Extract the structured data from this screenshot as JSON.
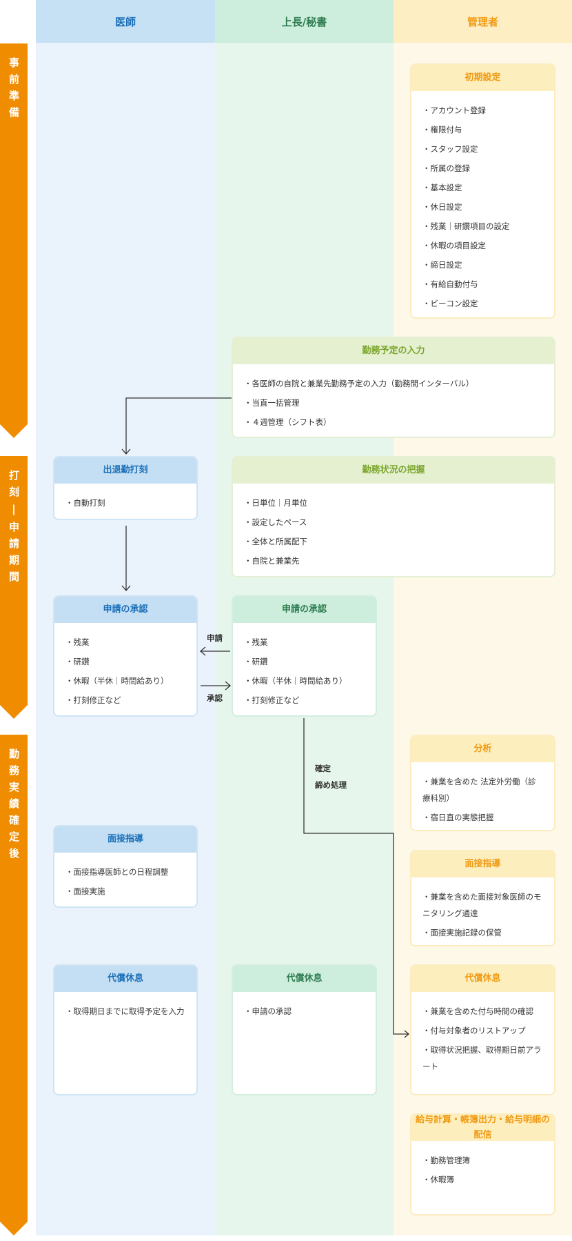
{
  "columns": [
    "医師",
    "上長/秘書",
    "管理者"
  ],
  "phases": [
    "事前準備",
    "打刻|申請期間",
    "勤務実績確定後"
  ],
  "cards": {
    "initial": {
      "title": "初期設定",
      "items": [
        "・アカウント登録",
        "・権限付与",
        "・スタッフ設定",
        "・所属の登録",
        "・基本設定",
        "・休日設定",
        "・残業｜研鑽項目の設定",
        "・休暇の項目設定",
        "・締日設定",
        "・有給自動付与",
        "・ビーコン設定"
      ]
    },
    "schedule": {
      "title": "勤務予定の入力",
      "items": [
        "・各医師の自院と兼業先勤務予定の入力（勤務間インターバル）",
        "・当直一括管理",
        "・４週管理（シフト表）"
      ]
    },
    "clock": {
      "title": "出退勤打刻",
      "items": [
        "・自動打刻"
      ]
    },
    "status": {
      "title": "勤務状況の把握",
      "items": [
        "・日単位｜月単位",
        "・設定したペース",
        "・全体と所属配下",
        "・自院と兼業先"
      ]
    },
    "approval_doctor": {
      "title": "申請の承認",
      "items": [
        "・残業",
        "・研鑽",
        "・休暇（半休｜時間給あり）",
        "・打刻修正など"
      ]
    },
    "approval_boss": {
      "title": "申請の承認",
      "items": [
        "・残業",
        "・研鑽",
        "・休暇（半休｜時間給あり）",
        "・打刻修正など"
      ]
    },
    "analysis": {
      "title": "分析",
      "items": [
        "・兼業を含めた 法定外労働（診療科別）",
        "・宿日直の実態把握"
      ]
    },
    "interview_doctor": {
      "title": "面接指導",
      "items": [
        "・面接指導医師との日程調整",
        "・面接実施"
      ]
    },
    "interview_admin": {
      "title": "面接指導",
      "items": [
        "・兼業を含めた面接対象医師のモニタリング通達",
        "・面接実施記録の保管"
      ]
    },
    "comp_doctor": {
      "title": "代償休息",
      "items": [
        "・取得期日までに取得予定を入力"
      ]
    },
    "comp_boss": {
      "title": "代償休息",
      "items": [
        "・申請の承認"
      ]
    },
    "comp_admin": {
      "title": "代償休息",
      "items": [
        "・兼業を含めた付与時間の確認",
        "・付与対象者のリストアップ",
        "・取得状況把握、取得期日前アラート"
      ]
    },
    "payroll": {
      "title": "給与計算・帳簿出力・給与明細の配信",
      "items": [
        "・勤務管理簿",
        "・休暇簿"
      ]
    }
  },
  "labels": {
    "apply": "申請",
    "approve": "承認",
    "confirm": "確定",
    "closing": "締め処理"
  }
}
